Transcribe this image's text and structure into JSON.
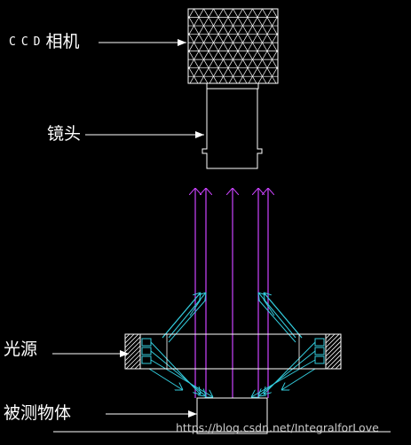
{
  "labels": {
    "camera_prefix": "CCD",
    "camera_text": "相机",
    "lens": "镜头",
    "light_source": "光源",
    "object": "被测物体"
  },
  "watermark": "https://blog.csdn.net/IntegralforLove",
  "colors": {
    "background": "#000000",
    "outline": "#ffffff",
    "ray": "#cc44ff",
    "reflection": "#33ccdd"
  }
}
